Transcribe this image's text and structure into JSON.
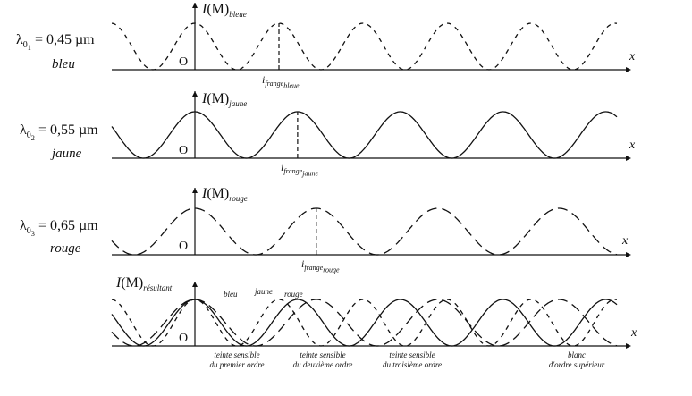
{
  "panels": [
    {
      "lambda_label": "λ",
      "lambda_sub": "0",
      "lambda_idx": "1",
      "lambda_value": "= 0,45 µm",
      "color_name": "bleu",
      "y_label": "I",
      "y_label_m": "(M)",
      "y_sub": "bleue",
      "fringe": "i",
      "fringe_sub": "frange",
      "fringe_subsub": "bleue",
      "period": 0.45
    },
    {
      "lambda_label": "λ",
      "lambda_sub": "0",
      "lambda_idx": "2",
      "lambda_value": "= 0,55 µm",
      "color_name": "jaune",
      "y_label": "I",
      "y_label_m": "(M)",
      "y_sub": "jaune",
      "fringe": "i",
      "fringe_sub": "frange",
      "fringe_subsub": "jaune",
      "period": 0.55
    },
    {
      "lambda_label": "λ",
      "lambda_sub": "0",
      "lambda_idx": "3",
      "lambda_value": "= 0,65 µm",
      "color_name": "rouge",
      "y_label": "I",
      "y_label_m": "(M)",
      "y_sub": "rouge",
      "fringe": "i",
      "fringe_sub": "frange",
      "fringe_subsub": "rouge",
      "period": 0.65
    }
  ],
  "resultant": {
    "y_label": "I",
    "y_label_m": "(M)",
    "y_sub": "résultant",
    "legend": [
      "bleu",
      "jaune",
      "rouge"
    ],
    "annotations": [
      {
        "line1": "teinte sensible",
        "line2": "du premier ordre"
      },
      {
        "line1": "teinte sensible",
        "line2": "du deuxième ordre"
      },
      {
        "line1": "teinte sensible",
        "line2": "du troisième ordre"
      },
      {
        "line1": "blanc",
        "line2": "d'ordre supérieur"
      }
    ]
  },
  "origin_label": "O",
  "x_label": "x"
}
